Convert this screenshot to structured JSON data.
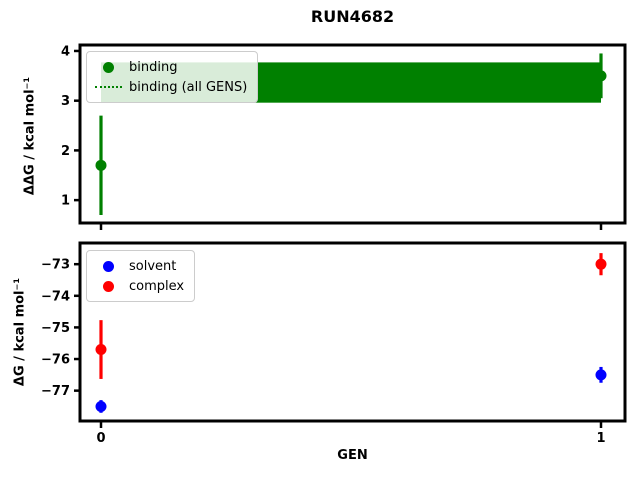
{
  "figure": {
    "title": "RUN4682",
    "xlabel": "GEN",
    "background": "#ffffff",
    "axis_color": "#000000"
  },
  "chart_data": [
    {
      "type": "scatter",
      "ylabel": "ΔΔG / kcal mol⁻¹",
      "x": [
        0,
        1
      ],
      "series": [
        {
          "name": "binding",
          "color": "#008000",
          "marker": "circle",
          "values": [
            1.7,
            3.5
          ],
          "errors": [
            1.0,
            0.45
          ]
        }
      ],
      "band": {
        "label": "binding (all GENS)",
        "color": "#008000",
        "linestyle": "dotted",
        "x_range": [
          0,
          1
        ],
        "lo": 2.96,
        "hi": 3.77
      },
      "xlim": [
        -0.042,
        1.048
      ],
      "ylim": [
        0.54,
        4.12
      ],
      "yticks": [
        1,
        2,
        3,
        4
      ],
      "xticks": [
        0,
        1
      ],
      "xtick_labels_visible": false,
      "grid": false,
      "legend_position": "upper-left"
    },
    {
      "type": "scatter",
      "ylabel": "ΔG / kcal mol⁻¹",
      "x": [
        0,
        1
      ],
      "series": [
        {
          "name": "solvent",
          "color": "#0000ff",
          "marker": "circle",
          "values": [
            -77.5,
            -76.5
          ],
          "errors": [
            0.2,
            0.25
          ]
        },
        {
          "name": "complex",
          "color": "#ff0000",
          "marker": "circle",
          "values": [
            -75.7,
            -73.0
          ],
          "errors": [
            0.93,
            0.35
          ]
        }
      ],
      "xlim": [
        -0.042,
        1.048
      ],
      "ylim": [
        -77.96,
        -72.33
      ],
      "yticks": [
        -73,
        -74,
        -75,
        -76,
        -77
      ],
      "xticks": [
        0,
        1
      ],
      "xtick_labels_visible": true,
      "grid": false,
      "legend_position": "upper-left"
    }
  ]
}
